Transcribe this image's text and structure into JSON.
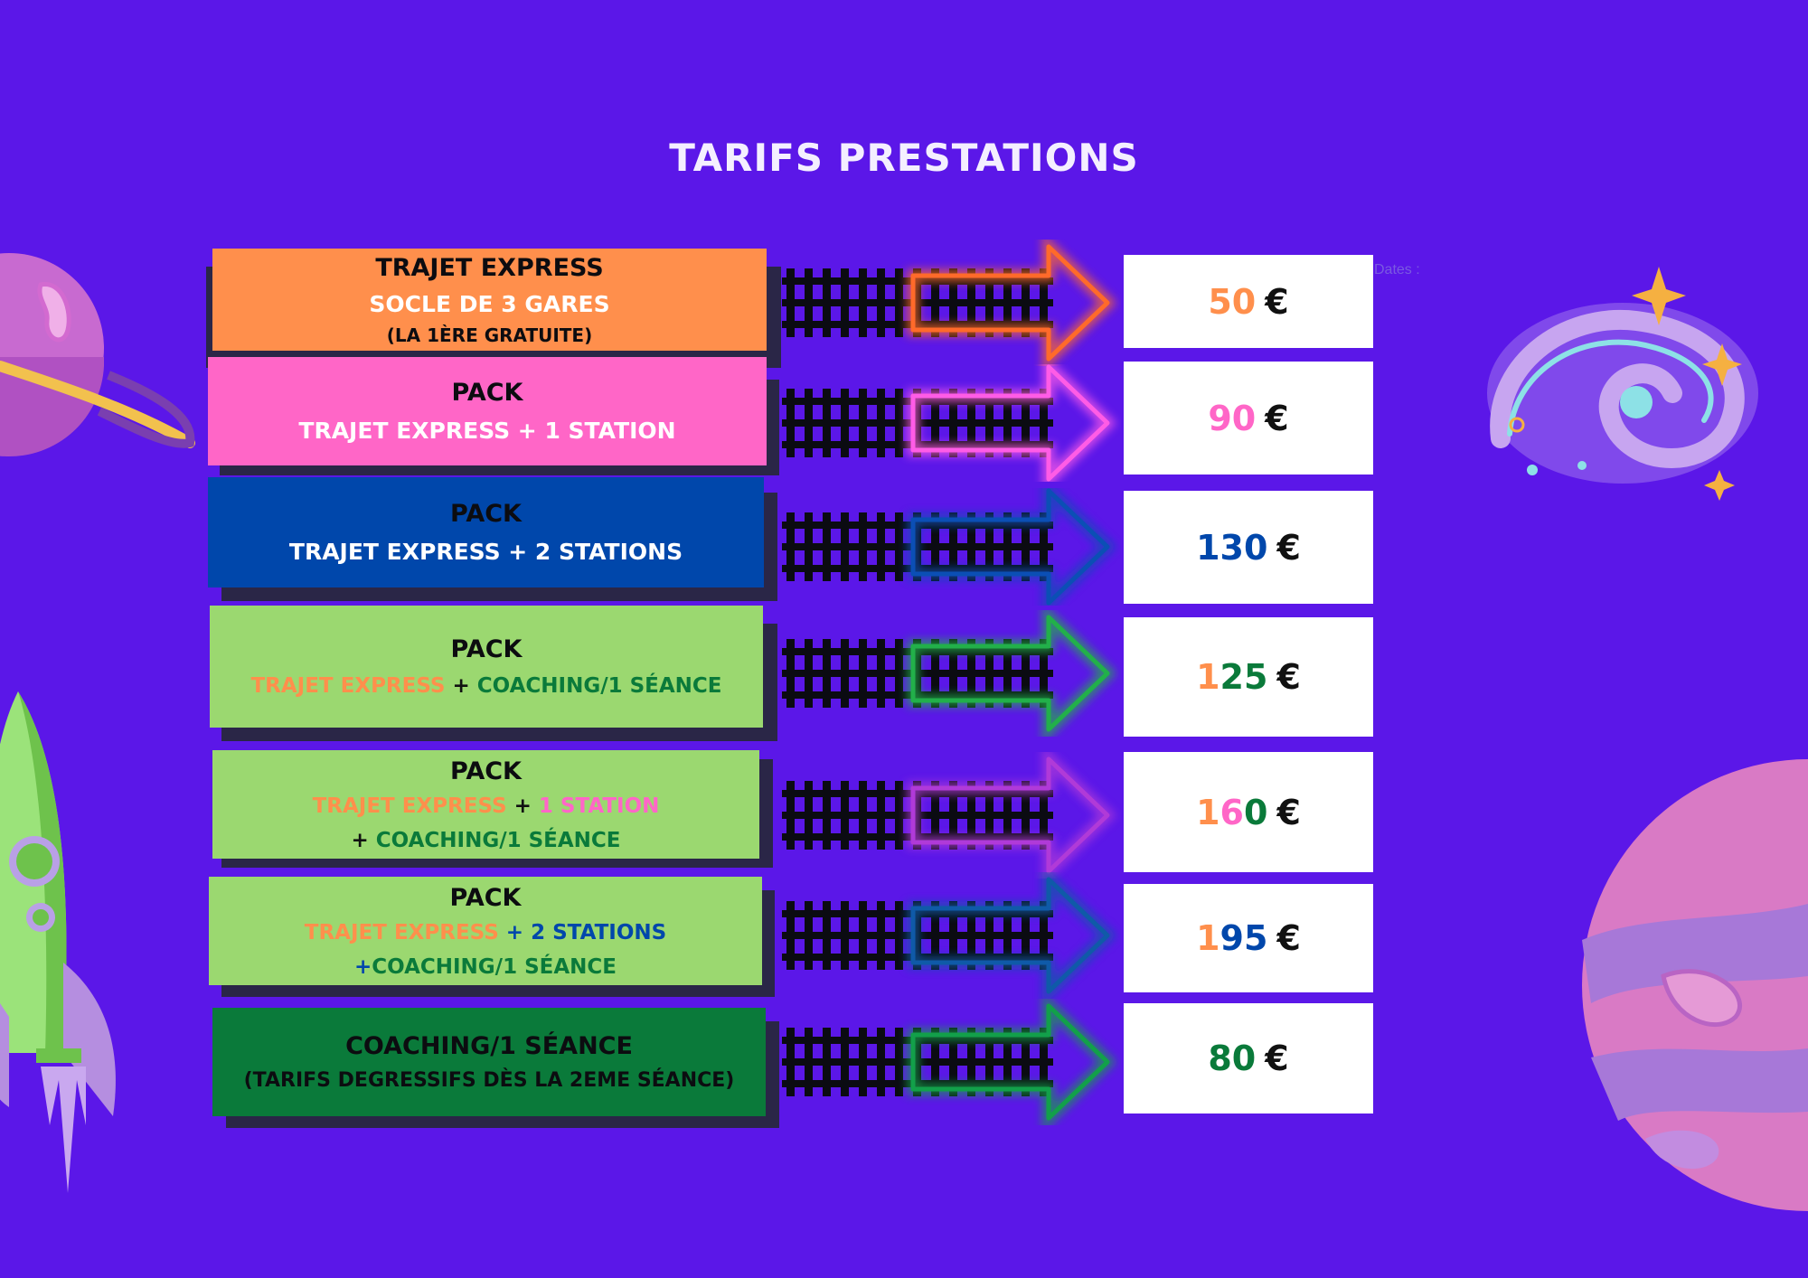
{
  "title": "TARIFS PRESTATIONS",
  "dates_label": "Dates :",
  "rows": [
    {
      "box_color": "#ff8f4c",
      "line1": "TRAJET EXPRESS",
      "line2": "SOCLE DE 3 GARES",
      "line3": "(LA 1ÈRE GRATUITE)",
      "arrow_color": "#ff6a2a",
      "price_parts": [
        "50",
        "€"
      ]
    },
    {
      "box_color": "#ff66c7",
      "line1": "PACK",
      "line2": "TRAJET EXPRESS + 1 STATION",
      "arrow_color": "#ff5ce6",
      "price_parts": [
        "90",
        "€"
      ]
    },
    {
      "box_color": "#0047ab",
      "line1": "PACK",
      "line2": "TRAJET EXPRESS + 2 STATIONS",
      "arrow_color": "#0b4fb5",
      "price_parts": [
        "130",
        "€"
      ]
    },
    {
      "box_color": "#9bd870",
      "line1": "PACK",
      "line2_parts": [
        "TRAJET EXPRESS",
        "+",
        "COACHING/1 SÉANCE"
      ],
      "arrow_color": "#22b04a",
      "price_parts": [
        "1",
        "25",
        "€"
      ]
    },
    {
      "box_color": "#9bd870",
      "line1": "PACK",
      "line2_parts": [
        "TRAJET EXPRESS",
        "+",
        "1 STATION"
      ],
      "line3_parts": [
        "+",
        "COACHING/1 SÉANCE"
      ],
      "arrow_color": "#b03ad8",
      "price_parts": [
        "1",
        "6",
        "0",
        "€"
      ]
    },
    {
      "box_color": "#9bd870",
      "line1": "PACK",
      "line2_parts": [
        "TRAJET EXPRESS",
        "+",
        "2 STATIONS"
      ],
      "line3_parts": [
        "+",
        "COACHING/1 SÉANCE"
      ],
      "arrow_color": "#0f5aa8",
      "price_parts": [
        "1",
        "95",
        "€"
      ]
    },
    {
      "box_color": "#0a7a3a",
      "line1": "COACHING/1 SÉANCE",
      "line2": "(TARIFS DEGRESSIFS DÈS LA 2EME SÉANCE)",
      "arrow_color": "#12a04a",
      "price_parts": [
        "80",
        "€"
      ]
    }
  ],
  "colors": {
    "background": "#5b17e8",
    "orange": "#ff8f4c",
    "pink": "#ff66c7",
    "blue": "#0047ab",
    "light_green": "#9bd870",
    "dark_green": "#0a7a3a"
  },
  "decorations": [
    "planet-with-ring-icon",
    "galaxy-swirl-icon",
    "rocket-icon",
    "pink-planet-icon"
  ]
}
